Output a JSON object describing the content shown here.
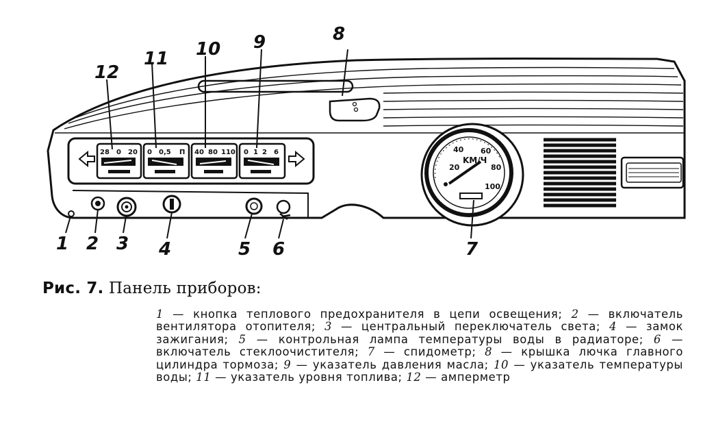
{
  "callouts": [
    "1",
    "2",
    "3",
    "4",
    "5",
    "6",
    "7",
    "8",
    "9",
    "10",
    "11",
    "12"
  ],
  "gauges": [
    {
      "id": "12",
      "left": "28",
      "mid": "0",
      "right": "20"
    },
    {
      "id": "11",
      "left": "0",
      "mid": "0,5",
      "right": "П"
    },
    {
      "id": "10",
      "left": "40",
      "mid": "80",
      "right": "110"
    },
    {
      "id": "9",
      "left": "0",
      "mid": "1",
      "right": "2",
      "far": "6"
    }
  ],
  "speedometer": {
    "ticks": [
      "20",
      "40",
      "60",
      "80",
      "100"
    ],
    "unit": "KM/Ч"
  },
  "caption": {
    "fig": "Рис. 7.",
    "title": "Панель приборов:"
  },
  "legend": [
    {
      "n": "1",
      "t": "кнопка теплового предохранителя в цепи освещения;"
    },
    {
      "n": "2",
      "t": "включатель вентилятора отопителя;"
    },
    {
      "n": "3",
      "t": "центральный переключатель света;"
    },
    {
      "n": "4",
      "t": "замок зажигания;"
    },
    {
      "n": "5",
      "t": "контрольная лампа температуры воды в радиаторе;"
    },
    {
      "n": "6",
      "t": "включатель стеклоочистителя;"
    },
    {
      "n": "7",
      "t": "спидометр;"
    },
    {
      "n": "8",
      "t": "крышка лючка главного цилиндра тормоза;"
    },
    {
      "n": "9",
      "t": "указатель давления масла;"
    },
    {
      "n": "10",
      "t": "указатель температуры воды;"
    },
    {
      "n": "11",
      "t": "указатель уровня топлива;"
    },
    {
      "n": "12",
      "t": "амперметр"
    }
  ],
  "colors": {
    "ink": "#111111",
    "paper": "#ffffff"
  }
}
